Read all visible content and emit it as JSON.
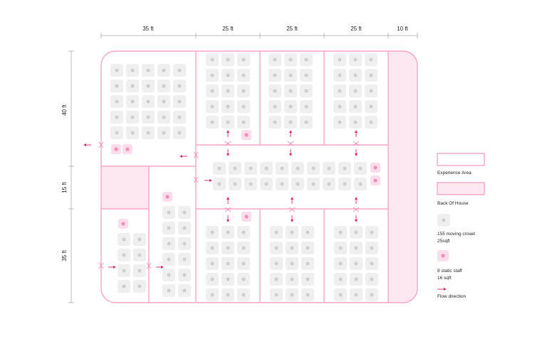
{
  "dimensions": {
    "top": [
      "35 ft",
      "25 ft",
      "25 ft",
      "25 ft",
      "10 ft"
    ],
    "left": [
      "40 ft",
      "15 ft",
      "35 ft"
    ]
  },
  "legend": {
    "experience_area": "Experience Area",
    "back_of_house": "Back Of House",
    "moving_crowd": "155 moving crowd",
    "moving_crowd_size": "25sqft",
    "static_staff": "8 static staff",
    "static_staff_size": "16 sqft",
    "flow_direction": "Flow direction"
  },
  "colors": {
    "wall": "#f5a5c8",
    "back_of_house_fill": "#fde8f1",
    "crowd_tile": "#efefef",
    "crowd_dot": "#cfcfcf",
    "staff_tile": "#fbdcea",
    "staff_dot": "#ef8fb8",
    "arrow": "#d8266d",
    "dimension_line": "#aaaaaa"
  }
}
